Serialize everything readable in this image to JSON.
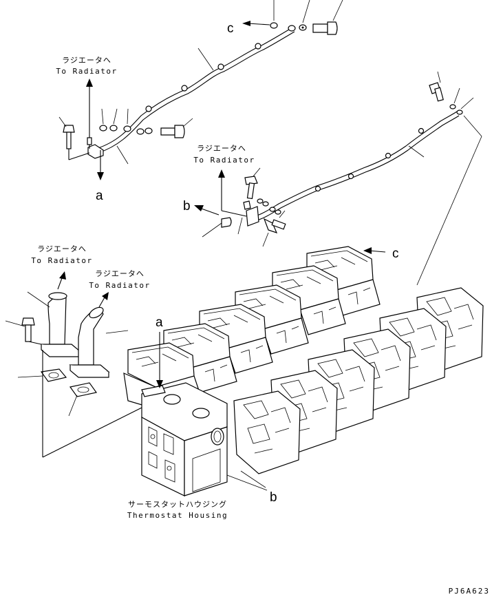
{
  "labels": {
    "radiator_1": {
      "jp": "ラジエータへ",
      "en": "To Radiator"
    },
    "radiator_2": {
      "jp": "ラジエータへ",
      "en": "To Radiator"
    },
    "radiator_3": {
      "jp": "ラジエータへ",
      "en": "To Radiator"
    },
    "radiator_4": {
      "jp": "ラジエータへ",
      "en": "To Radiator"
    },
    "thermostat": {
      "jp": "サーモスタットハウジング",
      "en": "Thermostat Housing"
    }
  },
  "refs": {
    "c_top": "c",
    "a_left": "a",
    "b_mid": "b",
    "c_head": "c",
    "a_housing": "a",
    "b_housing": "b"
  },
  "drawing_code": "PJ6A623"
}
